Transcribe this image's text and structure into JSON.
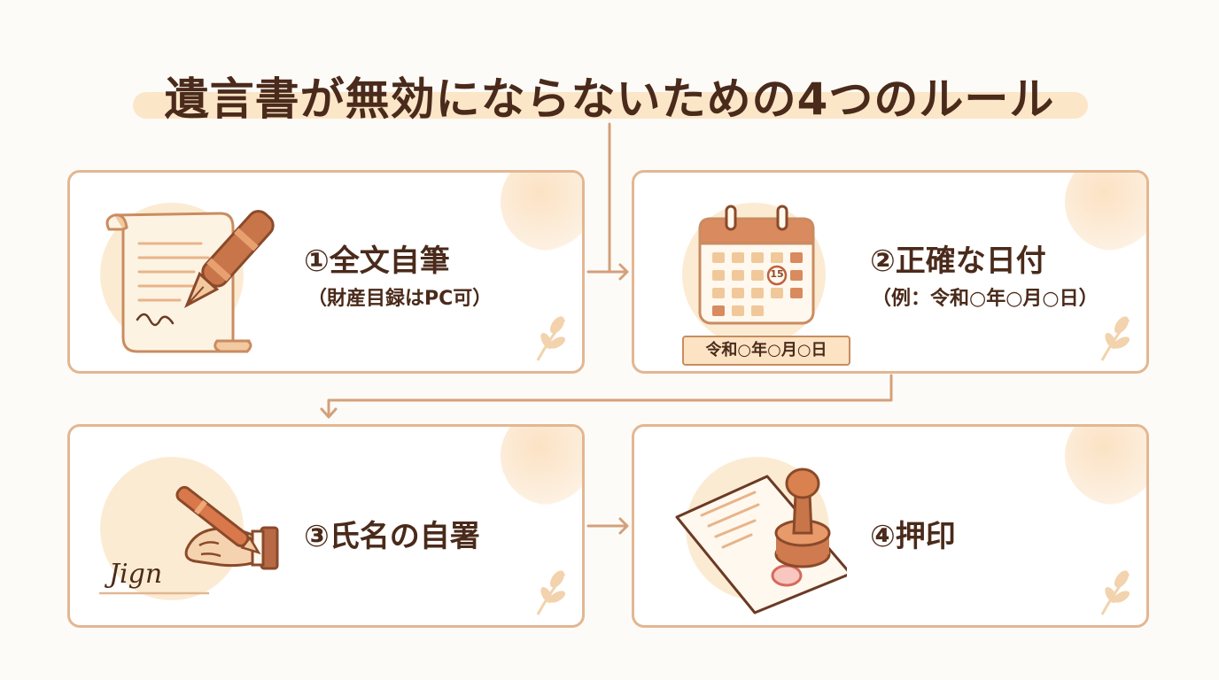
{
  "title": "遺言書が無効にならないための4つのルール",
  "cards": [
    {
      "label": "①全文自筆",
      "sub": "（財産目録はPC可）"
    },
    {
      "label": "②正確な日付",
      "sub": "（例：令和○年○月○日）",
      "calendar_day": "15",
      "date_badge": "令和○年○月○日"
    },
    {
      "label": "③氏名の自署",
      "signature": "Jign"
    },
    {
      "label": "④押印"
    }
  ],
  "colors": {
    "card_border": "#e2b792",
    "connector": "#d4a07a",
    "title_text": "#4a2a1a",
    "title_highlight": "#fbe6c8",
    "accent": "#c98c60"
  },
  "icons": [
    "scroll-pen-icon",
    "calendar-icon",
    "signing-hand-icon",
    "stamp-document-icon",
    "leaf-icon"
  ]
}
